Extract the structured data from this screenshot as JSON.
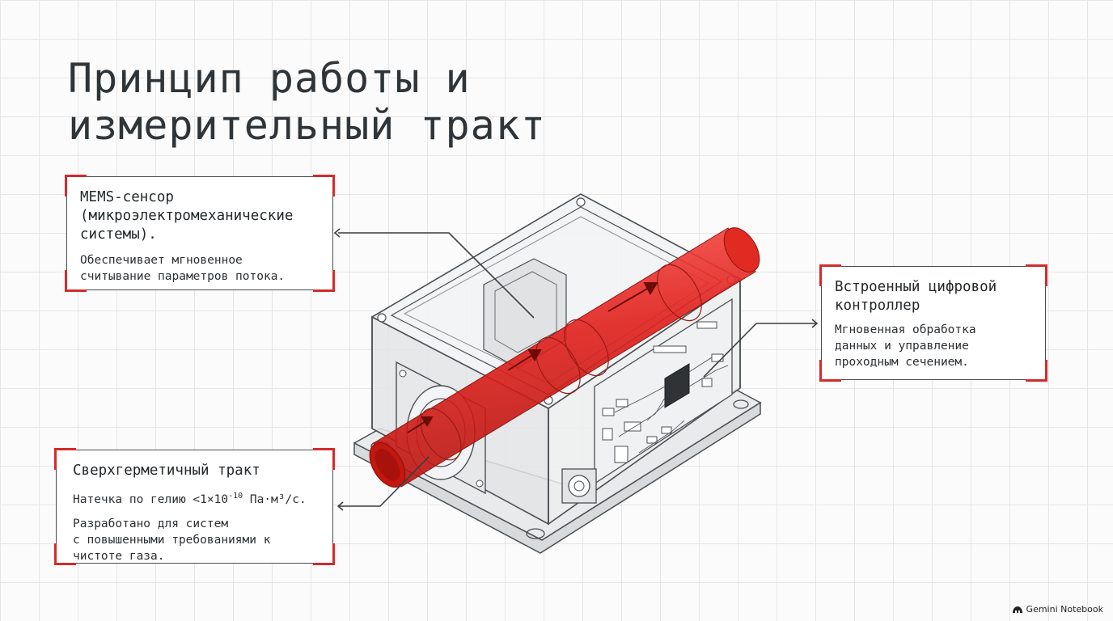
{
  "title": {
    "line1": "Принцип работы и",
    "line2": "измерительный тракт"
  },
  "callouts": {
    "mems": {
      "heading": "MEMS-сенсор\n(микроэлектромеханические\nсистемы).",
      "body": "Обеспечивает мгновенное\nсчитывание параметров потока."
    },
    "controller": {
      "heading": "Встроенный цифровой\nконтроллер",
      "body": "Мгновенная обработка\nданных и управление\nпроходным сечением."
    },
    "tract": {
      "heading": "Сверхгерметичный тракт",
      "leak_prefix": "Натечка по гелию <1×10",
      "leak_exponent": "-10",
      "leak_suffix": " Па·м³/с.",
      "body": "Разработано для систем\nс повышенными требованиями к\nчистоте газа."
    }
  },
  "footer": {
    "brand": "Gemini Notebook",
    "icon": "gemini-notebook-icon"
  },
  "colors": {
    "accent": "#d32b2b",
    "flow": "#e0201c",
    "line": "#4b4f52",
    "text": "#2b2f33"
  }
}
